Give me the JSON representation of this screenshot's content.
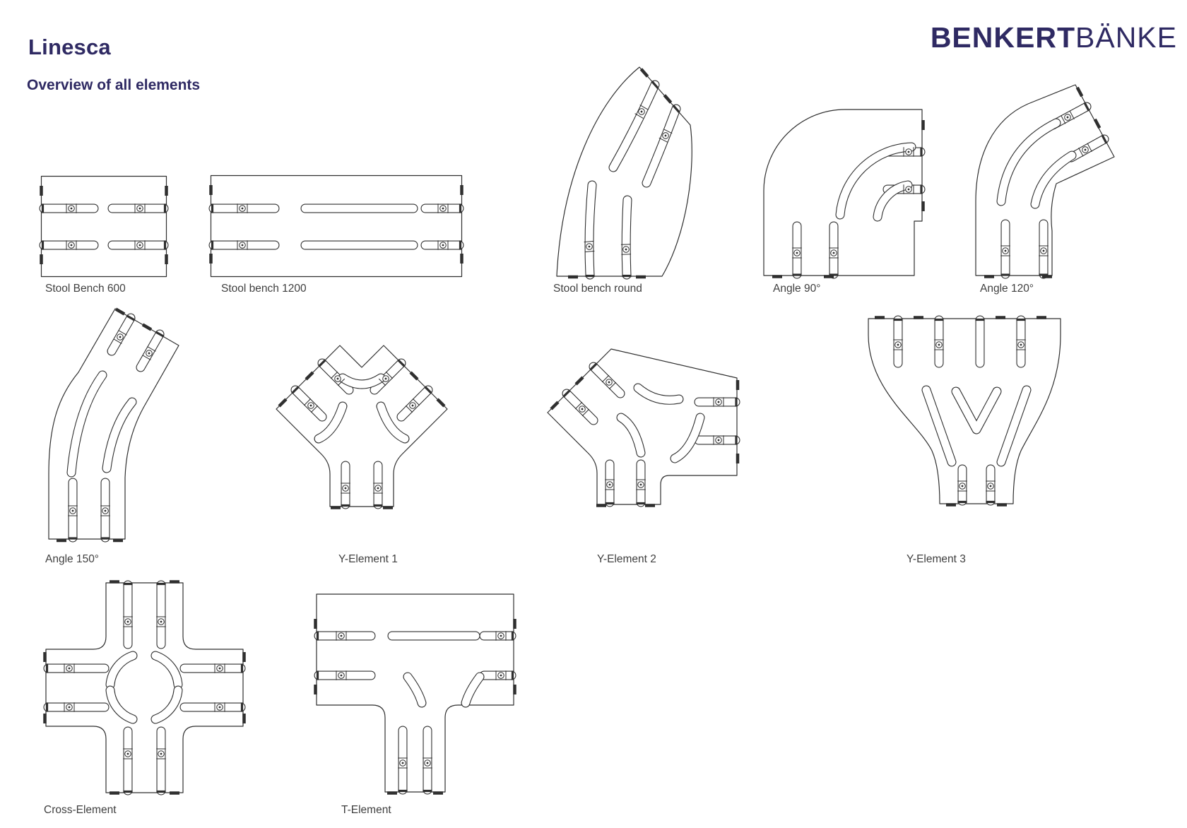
{
  "page": {
    "title": "Linesca",
    "subtitle": "Overview of all elements"
  },
  "brand": {
    "name_bold": "BENKERT",
    "name_light": "BÄNKE"
  },
  "colors": {
    "accent_navy": "#2f2a63",
    "drawing_line": "#2f2f2f",
    "label_gray": "#3f3f3f",
    "background": "#ffffff"
  },
  "elements": [
    {
      "label": "Stool Bench 600"
    },
    {
      "label": "Stool bench 1200"
    },
    {
      "label": "Stool bench round"
    },
    {
      "label": "Angle 90°"
    },
    {
      "label": "Angle 120°"
    },
    {
      "label": "Angle 150°"
    },
    {
      "label": "Y-Element 1"
    },
    {
      "label": "Y-Element 2"
    },
    {
      "label": "Y-Element 3"
    },
    {
      "label": "Cross-Element"
    },
    {
      "label": "T-Element"
    }
  ]
}
